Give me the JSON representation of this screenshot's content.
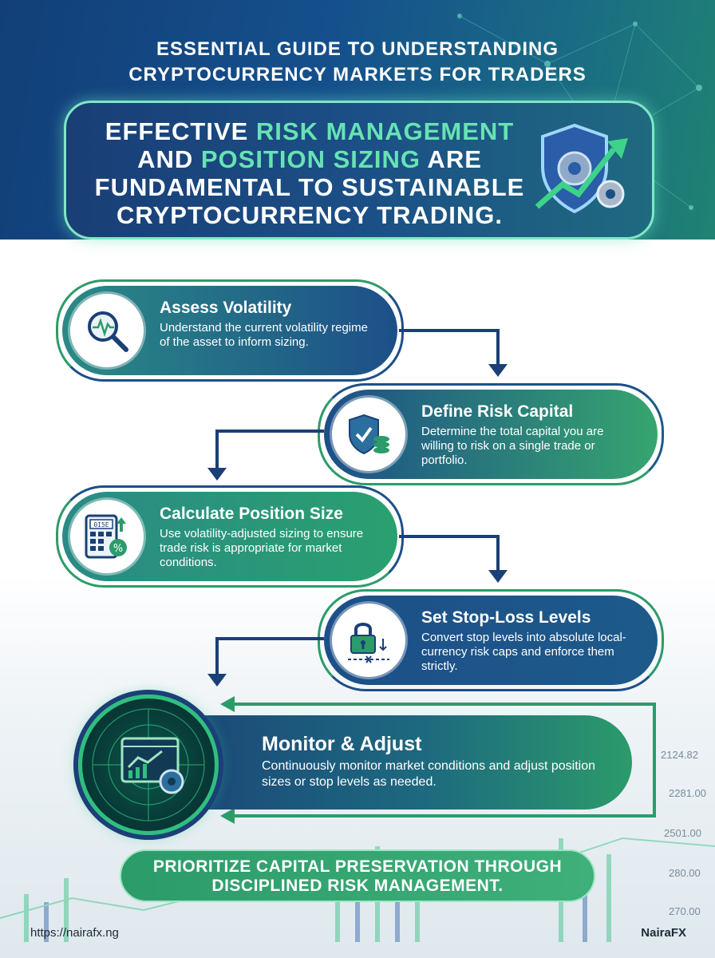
{
  "header": {
    "title_line1": "ESSENTIAL GUIDE TO UNDERSTANDING",
    "title_line2": "CRYPTOCURRENCY MARKETS FOR TRADERS"
  },
  "hero": {
    "part1": "EFFECTIVE ",
    "highlight1": "RISK MANAGEMENT",
    "part2": "AND ",
    "highlight2": "POSITION SIZING",
    "part3": " ARE",
    "line3": "FUNDAMENTAL TO SUSTAINABLE",
    "line4": "CRYPTOCURRENCY TRADING."
  },
  "steps": [
    {
      "title": "Assess Volatility",
      "desc": "Understand the current volatility regime of the asset to inform sizing."
    },
    {
      "title": "Define Risk Capital",
      "desc": "Determine the total capital you are willing to risk on a single trade or portfolio."
    },
    {
      "title": "Calculate Position Size",
      "desc": "Use volatility-adjusted sizing to ensure trade risk is appropriate for market conditions."
    },
    {
      "title": "Set Stop-Loss Levels",
      "desc": "Convert stop levels into absolute local-currency risk caps and enforce them strictly."
    },
    {
      "title": "Monitor & Adjust",
      "desc": "Continuously monitor market conditions and adjust position sizes or stop levels as needed."
    }
  ],
  "tickers": [
    "2124.82",
    "2281.00",
    "2501.00",
    "280.00",
    "270.00"
  ],
  "icon_labels": {
    "calculator_display": "0I5E"
  },
  "footer": {
    "line1": "PRIORITIZE CAPITAL PRESERVATION THROUGH",
    "line2": "DISCIPLINED RISK MANAGEMENT.",
    "url": "https://nairafx.ng",
    "brand": "NairaFX"
  },
  "colors": {
    "navy": "#1b3f77",
    "green": "#2c9b6a",
    "mint": "#67e3b3"
  }
}
